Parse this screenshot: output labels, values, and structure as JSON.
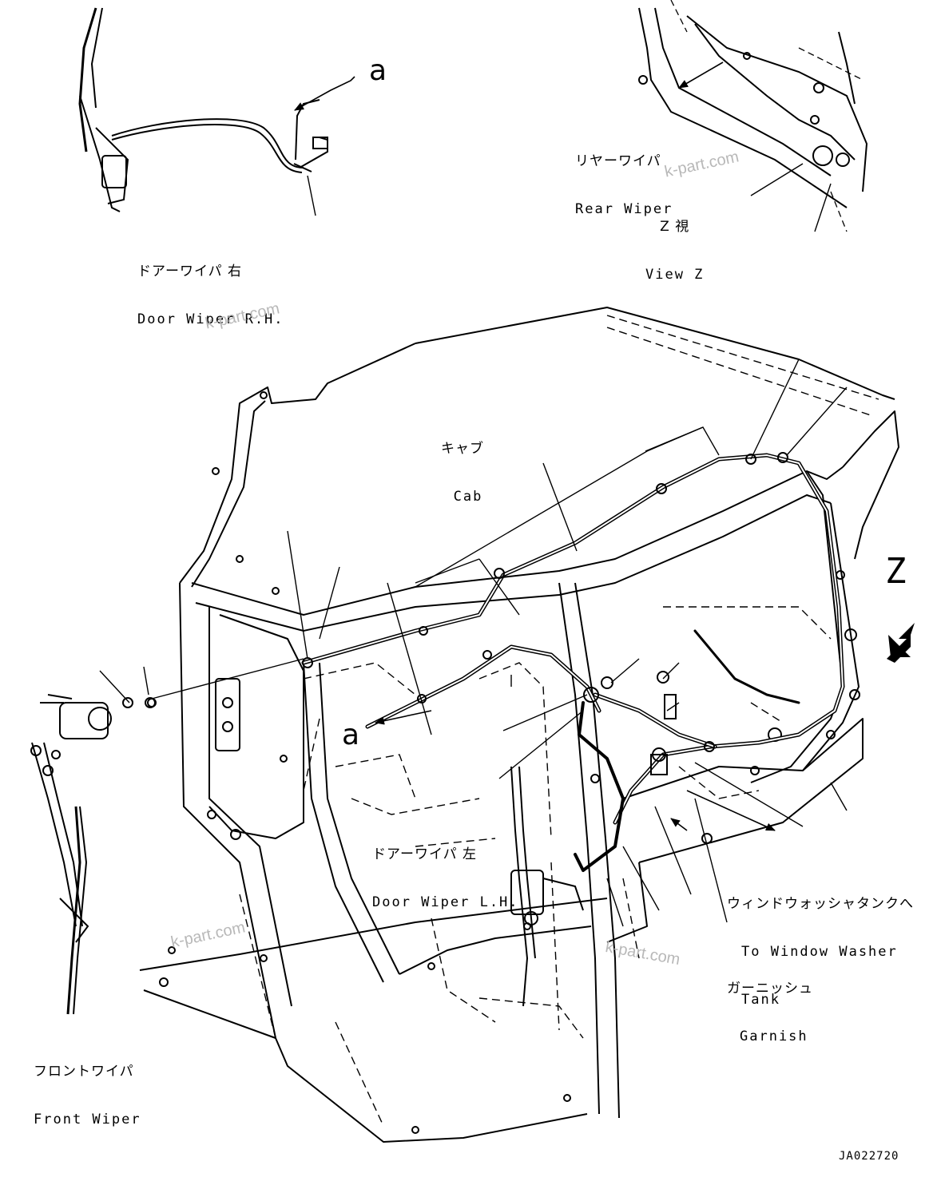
{
  "labels": {
    "door_wiper_rh": {
      "jp": "ドアーワイパ 右",
      "en": "Door Wiper R.H."
    },
    "rear_wiper": {
      "jp": "リヤーワイパ",
      "en": "Rear Wiper"
    },
    "view_z": {
      "jp": "Z 視",
      "en": "View Z"
    },
    "cab": {
      "jp": "キャブ",
      "en": "Cab"
    },
    "door_wiper_lh": {
      "jp": "ドアーワイパ 左",
      "en": "Door Wiper L.H."
    },
    "washer_tank": {
      "jp": "ウィンドウォッシャタンクへ",
      "en1": "To Window Washer",
      "en2": "Tank"
    },
    "garnish": {
      "jp": "ガーニッシュ",
      "en": "Garnish"
    },
    "front_wiper": {
      "jp": "フロントワイパ",
      "en": "Front Wiper"
    }
  },
  "callouts": {
    "a_top": "a",
    "a_mid": "a",
    "z": "Z"
  },
  "drawing_code": "JA022720",
  "watermarks": [
    "k-part.com",
    "k-part.com",
    "k-part.com",
    "k-part.com"
  ],
  "colors": {
    "ink": "#000000",
    "watermark": "#b8b8b8",
    "background": "#ffffff"
  }
}
